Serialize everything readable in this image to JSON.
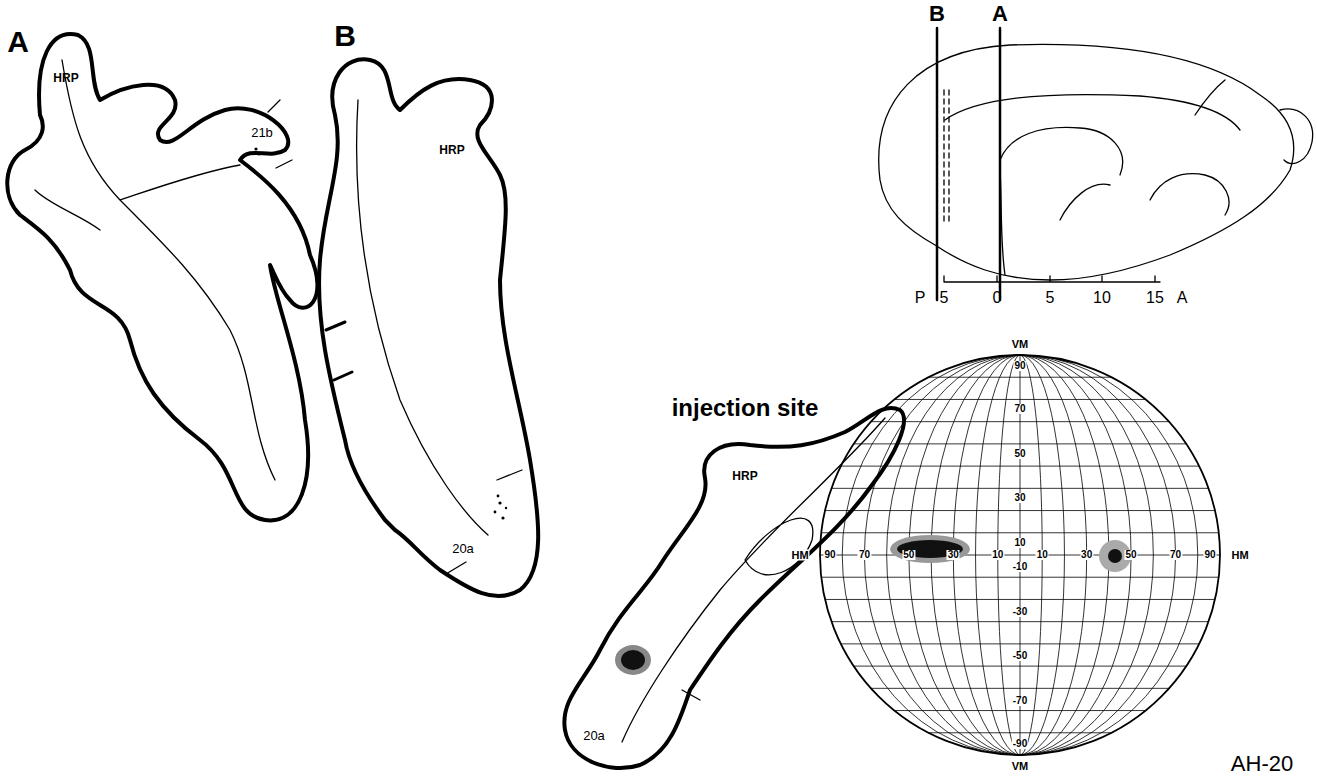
{
  "diagram": {
    "nodes": [
      {
        "text": [
          "A",
          "HRP",
          "21b"
        ]
      },
      {
        "text": [
          "B",
          "HRP",
          "20a"
        ]
      },
      {
        "text": [
          "injection site",
          "HRP",
          "20a"
        ]
      }
    ],
    "labels": [
      "B",
      "A",
      "P",
      "5",
      "0",
      "5",
      "10",
      "15",
      "A",
      "VM",
      "90",
      "70",
      "50",
      "30",
      "10",
      "-10",
      "-30",
      "-50",
      "-70",
      "-90",
      "VM",
      "HM",
      "90",
      "70",
      "50",
      "30",
      "10",
      "10",
      "30",
      "50",
      "70",
      "90",
      "HM",
      "AH-20"
    ]
  }
}
